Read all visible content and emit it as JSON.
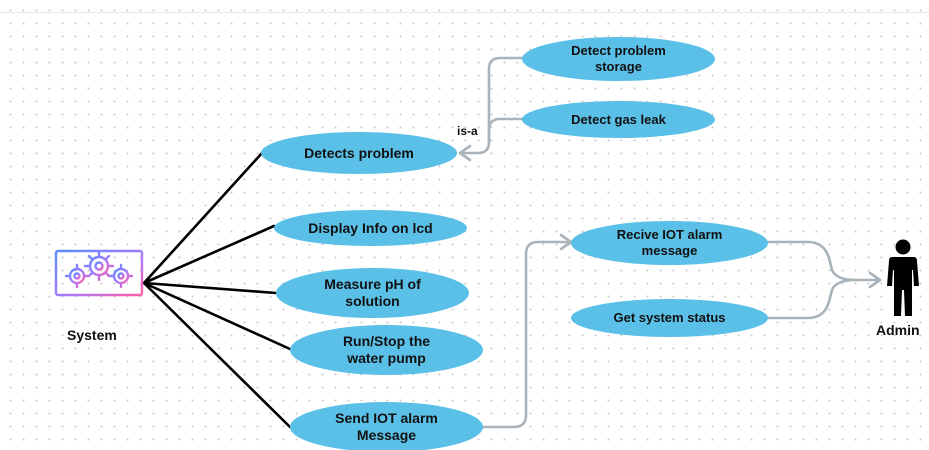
{
  "diagram": {
    "actors": {
      "system": {
        "label": "System",
        "icon": "computer-gears-icon"
      },
      "admin": {
        "label": "Admin",
        "icon": "person-icon"
      }
    },
    "relation_label": "is-a",
    "use_cases": {
      "detect_problem_storage": [
        "Detect problem",
        "storage"
      ],
      "detect_gas_leak": [
        "Detect gas leak"
      ],
      "detects_problem": [
        "Detects problem"
      ],
      "display_info": [
        "Display Info on lcd"
      ],
      "measure_ph": [
        "Measure pH of",
        "solution"
      ],
      "run_stop_pump": [
        "Run/Stop the",
        "water pump"
      ],
      "send_iot_alarm": [
        "Send IOT alarm",
        "Message"
      ],
      "receive_iot_alarm": [
        "Recive IOT alarm",
        "message"
      ],
      "get_system_status": [
        "Get system status"
      ]
    },
    "colors": {
      "use_case_fill": "#5bc0e8",
      "connector_gray": "#a9b4ba",
      "association_line": "#000000"
    }
  }
}
